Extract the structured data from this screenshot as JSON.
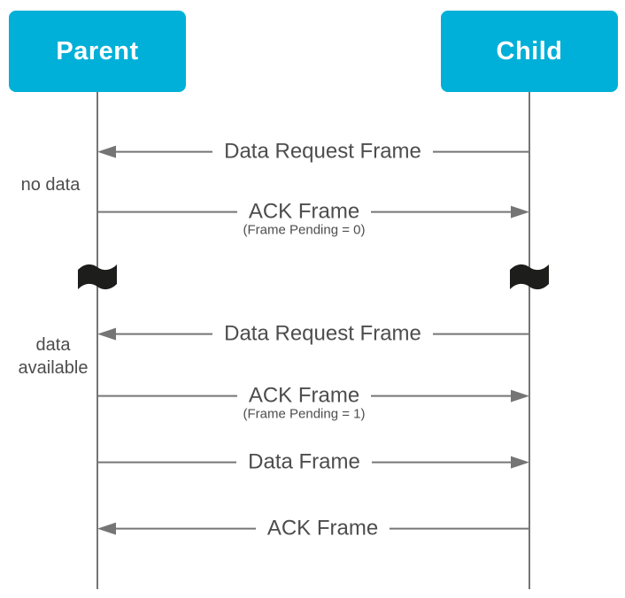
{
  "diagram": {
    "type": "sequence",
    "actors": [
      {
        "label": "Parent"
      },
      {
        "label": "Child"
      }
    ],
    "messages": [
      {
        "label": "Data Request Frame",
        "sub": "",
        "from": "Child",
        "to": "Parent",
        "direction": "left"
      },
      {
        "label": "ACK Frame",
        "sub": "(Frame Pending = 0)",
        "from": "Parent",
        "to": "Child",
        "direction": "right"
      },
      {
        "label": "Data Request Frame",
        "sub": "",
        "from": "Child",
        "to": "Parent",
        "direction": "left"
      },
      {
        "label": "ACK Frame",
        "sub": "(Frame Pending = 1)",
        "from": "Parent",
        "to": "Child",
        "direction": "right"
      },
      {
        "label": "Data Frame",
        "sub": "",
        "from": "Parent",
        "to": "Child",
        "direction": "right"
      },
      {
        "label": "ACK Frame",
        "sub": "",
        "from": "Child",
        "to": "Parent",
        "direction": "left"
      }
    ],
    "annotations": [
      {
        "lines": [
          "no data"
        ]
      },
      {
        "lines": [
          "data",
          "available"
        ]
      }
    ],
    "icons": {
      "break_marker": "flag-icon"
    },
    "colors": {
      "actor_fill": "#00b0d8",
      "actor_text": "#ffffff",
      "arrow": "#757575",
      "text": "#4d4d4d",
      "flag": "#1d1d1b"
    }
  }
}
